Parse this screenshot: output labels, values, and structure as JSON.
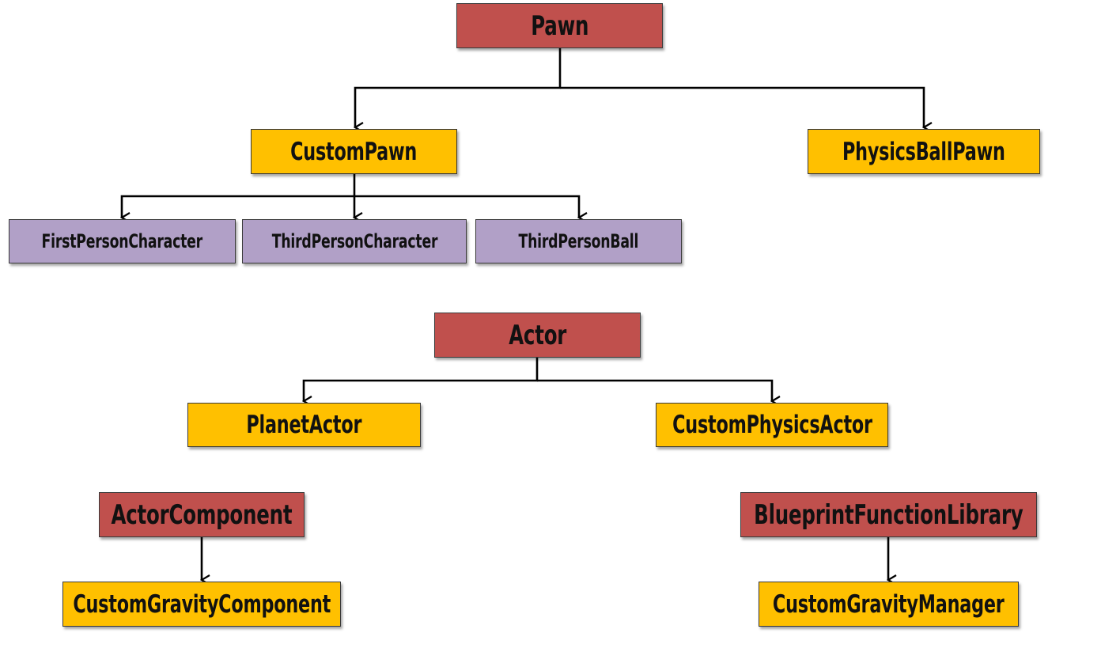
{
  "nodes": {
    "pawn": "Pawn",
    "custom_pawn": "CustomPawn",
    "physics_ball_pawn": "PhysicsBallPawn",
    "first_person_character": "FirstPersonCharacter",
    "third_person_character": "ThirdPersonCharacter",
    "third_person_ball": "ThirdPersonBall",
    "actor": "Actor",
    "planet_actor": "PlanetActor",
    "custom_physics_actor": "CustomPhysicsActor",
    "actor_component": "ActorComponent",
    "blueprint_function_library": "BlueprintFunctionLibrary",
    "custom_gravity_component": "CustomGravityComponent",
    "custom_gravity_manager": "CustomGravityManager"
  },
  "colors": {
    "base_class": "#c0504d",
    "derived_class": "#ffc000",
    "leaf_class": "#b1a0c7",
    "connector": "#000000"
  },
  "edges": [
    [
      "pawn",
      "custom_pawn"
    ],
    [
      "pawn",
      "physics_ball_pawn"
    ],
    [
      "custom_pawn",
      "first_person_character"
    ],
    [
      "custom_pawn",
      "third_person_character"
    ],
    [
      "custom_pawn",
      "third_person_ball"
    ],
    [
      "actor",
      "planet_actor"
    ],
    [
      "actor",
      "custom_physics_actor"
    ],
    [
      "actor_component",
      "custom_gravity_component"
    ],
    [
      "blueprint_function_library",
      "custom_gravity_manager"
    ]
  ]
}
